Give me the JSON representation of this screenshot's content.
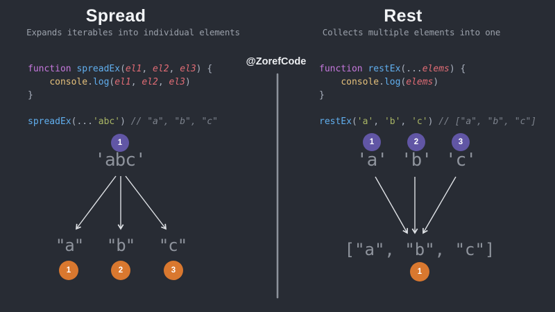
{
  "watermark": "@ZorefCode",
  "colors": {
    "background": "#282c34",
    "badge_purple": "#6156a5",
    "badge_orange": "#d9782f",
    "diagram_text": "#8e939c",
    "arrow": "#dfe2e6",
    "code_keyword": "#c678dd",
    "code_function": "#61afef",
    "code_param": "#e06c75",
    "code_object": "#e5c07b",
    "code_string": "#a9b665",
    "code_comment": "#7d838d"
  },
  "left": {
    "title": "Spread",
    "subtitle": "Expands iterables into individual elements",
    "code": [
      [
        {
          "t": "function ",
          "c": "k"
        },
        {
          "t": "spreadEx",
          "c": "f"
        },
        {
          "t": "(",
          "c": "p"
        },
        {
          "t": "el1",
          "c": "v"
        },
        {
          "t": ", ",
          "c": "p"
        },
        {
          "t": "el2",
          "c": "v"
        },
        {
          "t": ", ",
          "c": "p"
        },
        {
          "t": "el3",
          "c": "v"
        },
        {
          "t": ") {",
          "c": "p"
        }
      ],
      [
        {
          "t": "    ",
          "c": "p"
        },
        {
          "t": "console",
          "c": "o"
        },
        {
          "t": ".",
          "c": "p"
        },
        {
          "t": "log",
          "c": "f"
        },
        {
          "t": "(",
          "c": "p"
        },
        {
          "t": "el1",
          "c": "v"
        },
        {
          "t": ", ",
          "c": "p"
        },
        {
          "t": "el2",
          "c": "v"
        },
        {
          "t": ", ",
          "c": "p"
        },
        {
          "t": "el3",
          "c": "v"
        },
        {
          "t": ")",
          "c": "p"
        }
      ],
      [
        {
          "t": "}",
          "c": "p"
        }
      ],
      [],
      [
        {
          "t": "spreadEx",
          "c": "f"
        },
        {
          "t": "(...",
          "c": "p"
        },
        {
          "t": "'abc'",
          "c": "s"
        },
        {
          "t": ")",
          "c": "p"
        },
        {
          "t": " // \"a\", \"b\", \"c\"",
          "c": "c"
        }
      ]
    ],
    "source": {
      "badge": "1",
      "label": "'abc'"
    },
    "results": [
      {
        "badge": "1",
        "label": "\"a\""
      },
      {
        "badge": "2",
        "label": "\"b\""
      },
      {
        "badge": "3",
        "label": "\"c\""
      }
    ]
  },
  "right": {
    "title": "Rest",
    "subtitle": "Collects multiple elements into one",
    "code": [
      [
        {
          "t": "function ",
          "c": "k"
        },
        {
          "t": "restEx",
          "c": "f"
        },
        {
          "t": "(...",
          "c": "p"
        },
        {
          "t": "elems",
          "c": "v"
        },
        {
          "t": ") {",
          "c": "p"
        }
      ],
      [
        {
          "t": "    ",
          "c": "p"
        },
        {
          "t": "console",
          "c": "o"
        },
        {
          "t": ".",
          "c": "p"
        },
        {
          "t": "log",
          "c": "f"
        },
        {
          "t": "(",
          "c": "p"
        },
        {
          "t": "elems",
          "c": "v"
        },
        {
          "t": ")",
          "c": "p"
        }
      ],
      [
        {
          "t": "}",
          "c": "p"
        }
      ],
      [],
      [
        {
          "t": "restEx",
          "c": "f"
        },
        {
          "t": "(",
          "c": "p"
        },
        {
          "t": "'a'",
          "c": "s"
        },
        {
          "t": ", ",
          "c": "p"
        },
        {
          "t": "'b'",
          "c": "s"
        },
        {
          "t": ", ",
          "c": "p"
        },
        {
          "t": "'c'",
          "c": "s"
        },
        {
          "t": ") ",
          "c": "p"
        },
        {
          "t": "// [\"a\", \"b\", \"c\"]",
          "c": "c"
        }
      ]
    ],
    "sources": [
      {
        "badge": "1",
        "label": "'a'"
      },
      {
        "badge": "2",
        "label": "'b'"
      },
      {
        "badge": "3",
        "label": "'c'"
      }
    ],
    "result": {
      "badge": "1",
      "label": "[\"a\", \"b\", \"c\"]"
    }
  }
}
